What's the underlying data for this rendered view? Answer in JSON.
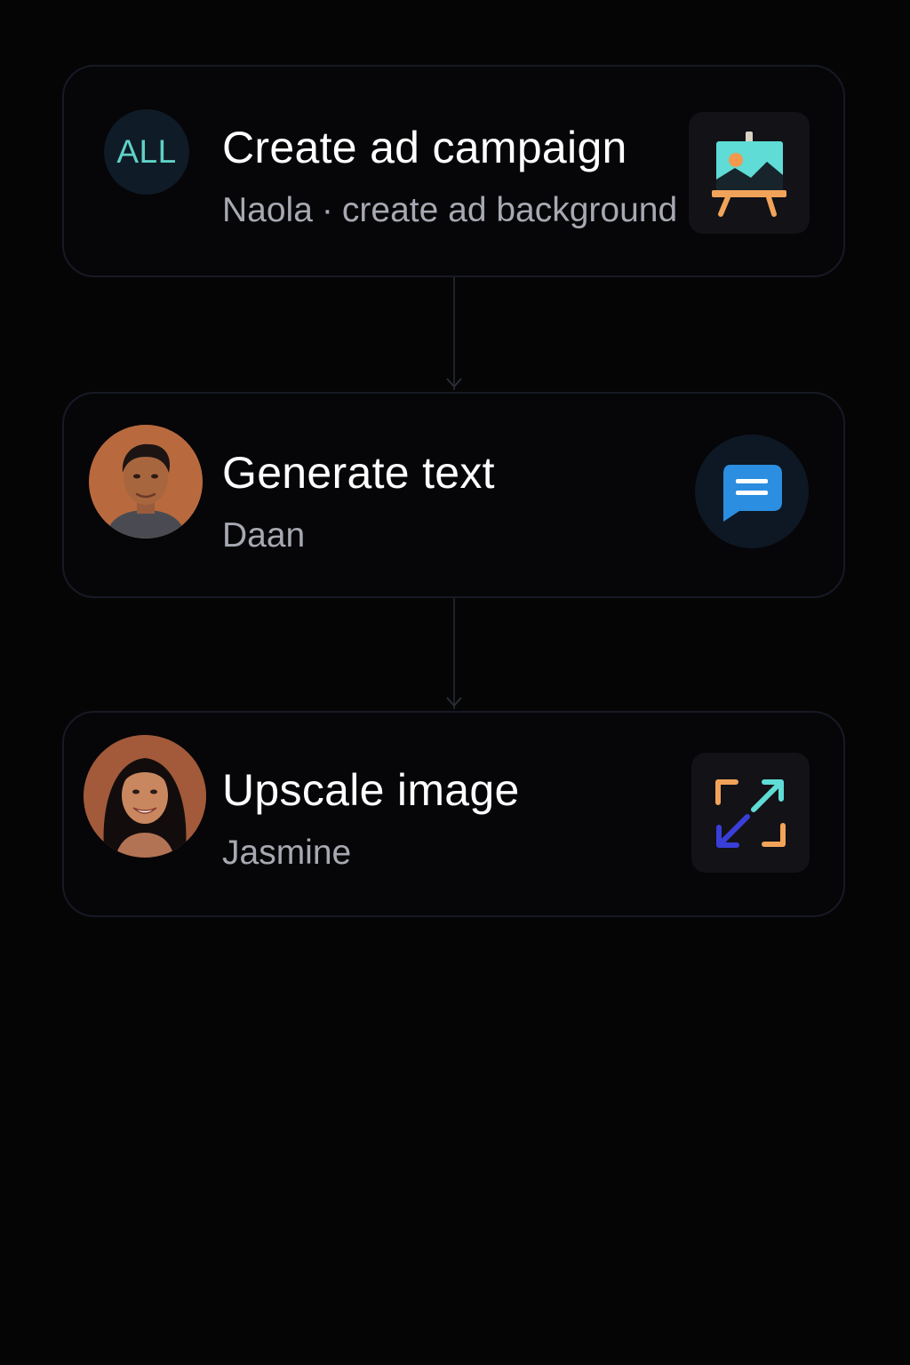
{
  "steps": [
    {
      "title": "Create ad campaign",
      "assignee": "Naola",
      "separator": "·",
      "detail": "create ad background",
      "badge": "ALL",
      "icon": "easel-image-icon"
    },
    {
      "title": "Generate text",
      "assignee": "Daan",
      "icon": "chat-bubble-icon"
    },
    {
      "title": "Upscale image",
      "assignee": "Jasmine",
      "icon": "expand-arrows-icon"
    }
  ],
  "colors": {
    "background": "#060506",
    "card_border": "#171a24",
    "subtitle": "#a6a9b1",
    "badge_text": "#5fd2c6",
    "chat_blue": "#2b8ee0",
    "easel_teal": "#5fdcd5",
    "expand_orange": "#f1a35a",
    "expand_blue": "#3a3ed8"
  }
}
